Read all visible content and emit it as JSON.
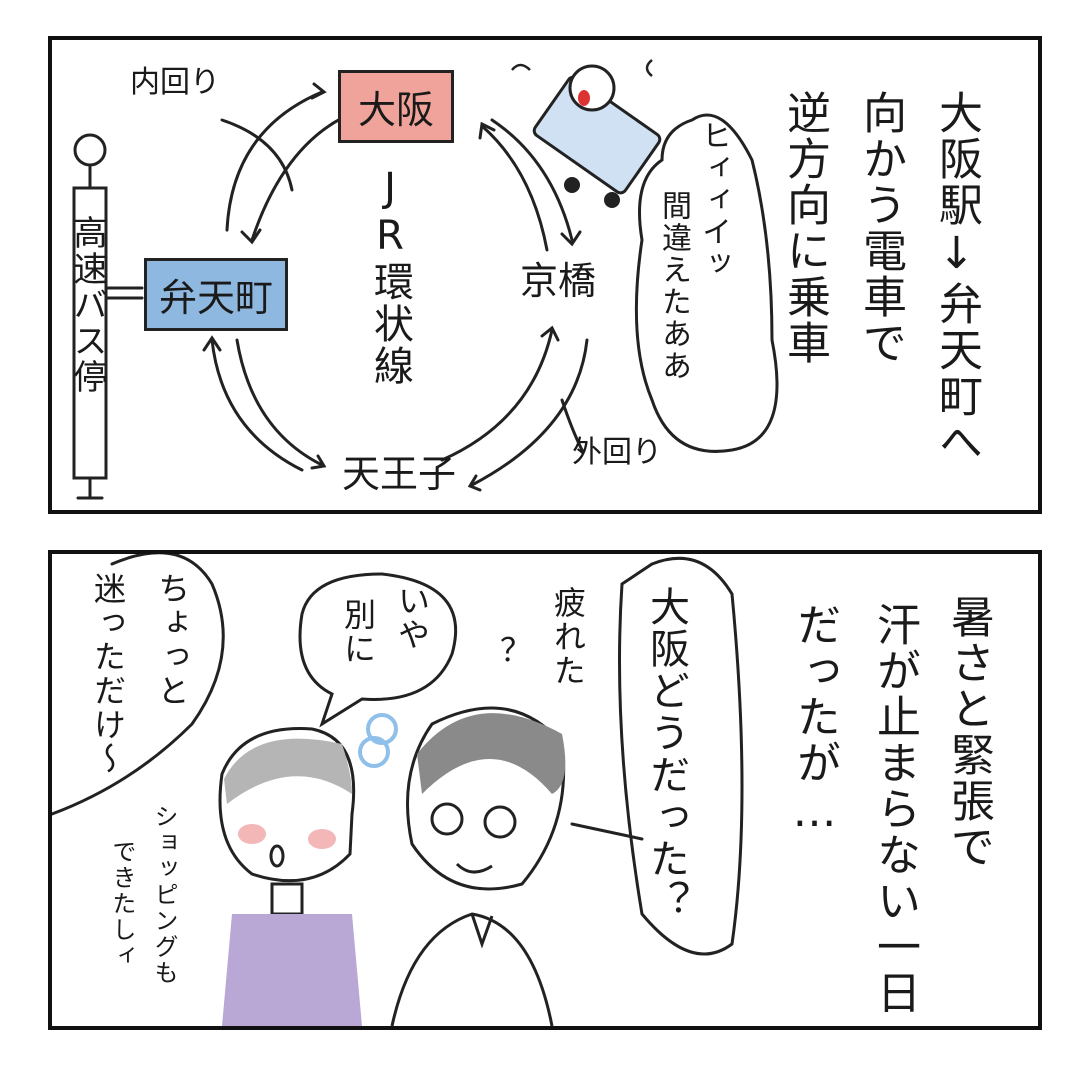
{
  "panel1": {
    "line_name": "JR環状線",
    "stations": {
      "osaka": "大阪",
      "bentencho": "弁天町",
      "kyobashi": "京橋",
      "tennoji": "天王子"
    },
    "inner_loop": "内回り",
    "outer_loop": "外回り",
    "bus_stop": "高速バス停",
    "scream": "ヒィィイッ",
    "mistake": "間違えたああ",
    "narration_1": "大阪駅↓弁天町へ",
    "narration_2": "向かう電車で",
    "narration_3": "逆方向に乗車",
    "colors": {
      "osaka": "#f0a39a",
      "bentencho": "#8fb8e0"
    }
  },
  "panel2": {
    "narration_1": "暑さと緊張で",
    "narration_2": "汗が止まらない一日",
    "narration_3": "だったが…",
    "question": "大阪どうだった？",
    "tired_1": "疲れた",
    "tired_2": "？",
    "reply_1": "いや",
    "reply_2": "別に",
    "lost_1": "ちょっと",
    "lost_2": "迷っただけ〜",
    "shopping_1": "ショッピングも",
    "shopping_2": "できたしィ",
    "colors": {
      "shirt": "#b9a7d6",
      "hair": "#8a8a8a"
    }
  }
}
